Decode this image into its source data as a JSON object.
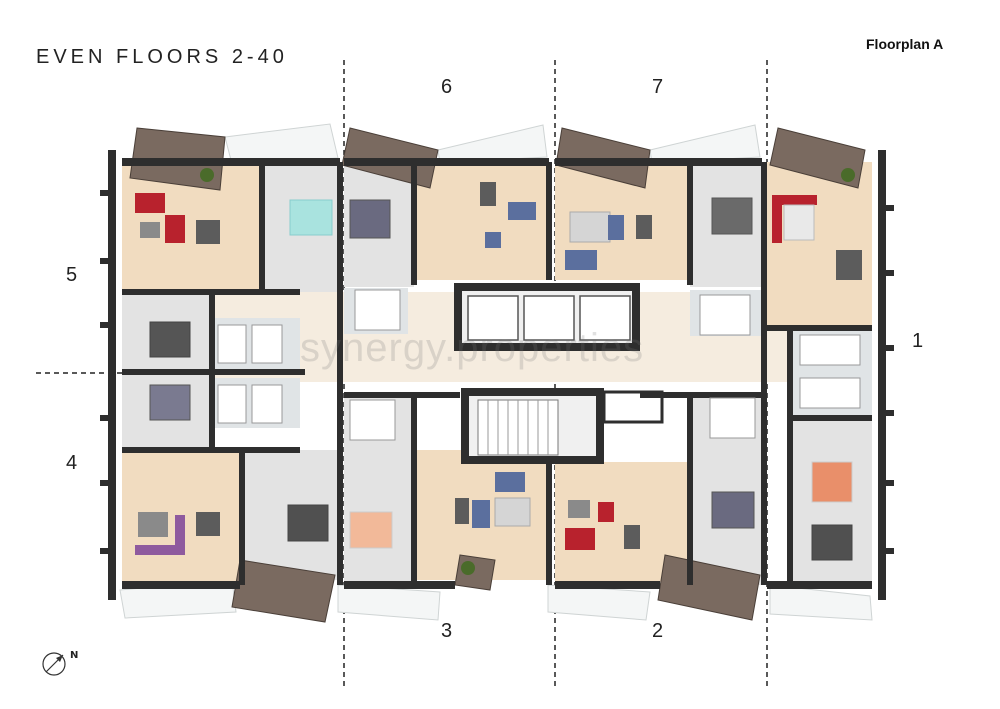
{
  "header": {
    "title": "EVEN FLOORS 2-40",
    "floorplan_label": "Floorplan A"
  },
  "units": [
    {
      "number": "1"
    },
    {
      "number": "2"
    },
    {
      "number": "3"
    },
    {
      "number": "4"
    },
    {
      "number": "5"
    },
    {
      "number": "6"
    },
    {
      "number": "7"
    }
  ],
  "watermark": "synergy.properties",
  "compass": {
    "label": "N",
    "icon": "north-arrow-icon"
  },
  "colors": {
    "wall": "#2e2e2e",
    "wood_floor": "#f1dcc0",
    "tile_floor": "#e3e3e3",
    "corridor": "#f5ecdf",
    "balcony": "#7a6a60",
    "sofa_red": "#b8222d",
    "sofa_purple": "#8e5a9e",
    "sofa_blue": "#5b6f9e",
    "bed_teal": "#a9e3df"
  }
}
